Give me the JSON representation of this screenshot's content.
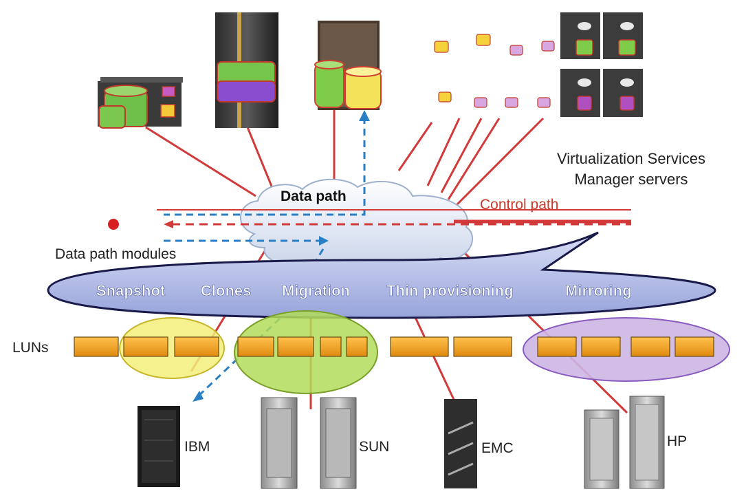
{
  "labels": {
    "virtualization_line1": "Virtualization Services",
    "virtualization_line2": "Manager servers",
    "control_path": "Control path",
    "data_path": "Data path",
    "data_path_modules": "Data path modules",
    "luns": "LUNs"
  },
  "services": [
    "Snapshot",
    "Clones",
    "Migration",
    "Thin provisioning",
    "Mirroring"
  ],
  "vendors": [
    "IBM",
    "SUN",
    "EMC",
    "HP"
  ],
  "colors": {
    "control_line": "#d23a3a",
    "data_arrow": "#2a7fc4",
    "ellipse_fill": "#b9c3ea",
    "lun_fill": "#f0a020",
    "group_yellow": "#f2ee7a",
    "group_green": "#b2dc5a",
    "group_purple": "#cdb6e4"
  }
}
